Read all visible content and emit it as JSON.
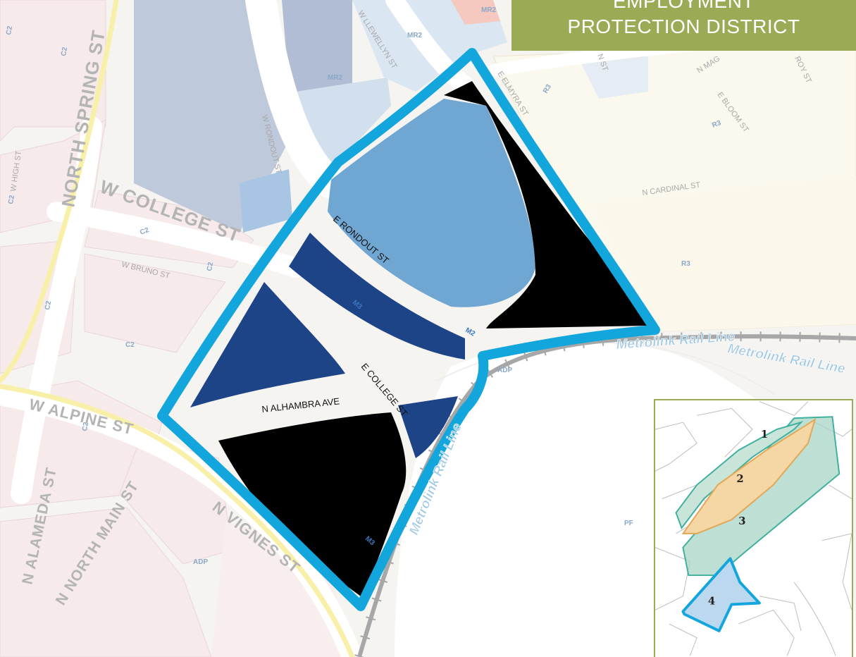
{
  "title": {
    "line1": "EMPLOYMENT",
    "line2": "PROTECTION DISTRICT"
  },
  "streets": {
    "w_college": "W COLLEGE ST",
    "north_spring": "NORTH SPRING ST",
    "w_bruno": "W BRUNO ST",
    "w_high": "W HIGH ST",
    "w_alpine": "W ALPINE ST",
    "n_alameda": "N ALAMEDA ST",
    "n_north_main": "N NORTH MAIN ST",
    "n_vignes": "N VIGNES ST",
    "w_rondout": "W RONDOUT ST",
    "w_llewellyn": "W LLEWELLYN ST",
    "e_elmyra": "E ELMYRA ST",
    "e_bloom": "E BLOOM ST",
    "n_cardinal": "N CARDINAL ST",
    "n_mag": "N MAG",
    "roy_st": "ROY ST",
    "n_st": "N ST",
    "e_rondout": "E RONDOUT ST",
    "e_college": "E COLLEGE ST",
    "n_alhambra": "N ALHAMBRA AVE"
  },
  "rail": {
    "label_1": "Metrolink Rail Line",
    "label_2": "Metrolink Rail Line",
    "label_3": "Metrolink Rail Line"
  },
  "zones": {
    "c2": "C2",
    "mr2": "MR2",
    "r3": "R3",
    "m2": "M2",
    "m3": "M3",
    "adp": "ADP",
    "pf": "PF"
  },
  "inset": {
    "area_1": "1",
    "area_2": "2",
    "area_3": "3",
    "area_4": "4"
  },
  "colors": {
    "boundary": "#12a6dd",
    "dark_blue": "#1e4488",
    "mid_blue": "#70a7d2",
    "black": "#000000",
    "pink": "#f7eced",
    "cream": "#fbf8ee",
    "header_green": "#9aaa55"
  }
}
